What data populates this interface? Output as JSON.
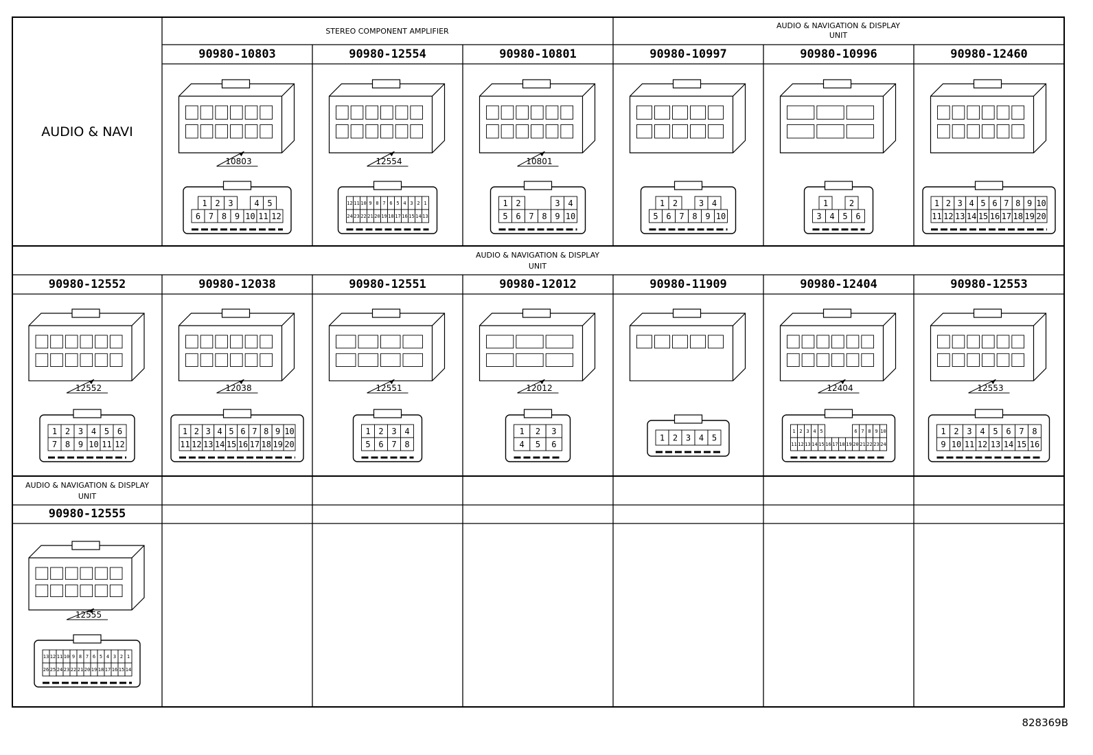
{
  "title": "AUDIO & NAVI",
  "reference": "828369B",
  "rows": [
    {
      "groups": [
        {
          "label": "STEREO COMPONENT AMPLIFIER",
          "span": 3
        },
        {
          "label": "AUDIO & NAVIGATION & DISPLAY UNIT",
          "span": 3
        }
      ],
      "connectors": [
        {
          "part": "90980-10803",
          "code": "10803",
          "pins": [
            [
              "1",
              "2",
              "3",
              "",
              "4",
              "5"
            ],
            [
              "6",
              "7",
              "8",
              "9",
              "10",
              "11",
              "12"
            ]
          ]
        },
        {
          "part": "90980-12554",
          "code": "12554",
          "pins": [
            [
              "12",
              "11",
              "10",
              "9",
              "8",
              "7",
              "6",
              "5",
              "4",
              "3",
              "2",
              "1"
            ],
            [
              "24",
              "23",
              "22",
              "21",
              "20",
              "19",
              "18",
              "17",
              "16",
              "15",
              "14",
              "13"
            ]
          ]
        },
        {
          "part": "90980-10801",
          "code": "10801",
          "pins": [
            [
              "1",
              "2",
              "",
              "",
              "3",
              "4"
            ],
            [
              "5",
              "6",
              "7",
              "8",
              "9",
              "10"
            ]
          ]
        },
        {
          "part": "90980-10997",
          "code": "",
          "pins": [
            [
              "1",
              "2",
              "",
              "3",
              "4"
            ],
            [
              "5",
              "6",
              "7",
              "8",
              "9",
              "10"
            ]
          ]
        },
        {
          "part": "90980-10996",
          "code": "",
          "pins": [
            [
              "1",
              "",
              "2"
            ],
            [
              "3",
              "4",
              "5",
              "6"
            ]
          ]
        },
        {
          "part": "90980-12460",
          "code": "",
          "pins": [
            [
              "1",
              "2",
              "3",
              "4",
              "5",
              "6",
              "7",
              "8",
              "9",
              "10"
            ],
            [
              "11",
              "12",
              "13",
              "14",
              "15",
              "16",
              "17",
              "18",
              "19",
              "20"
            ]
          ]
        }
      ]
    },
    {
      "groups": [
        {
          "label": "AUDIO & NAVIGATION & DISPLAY UNIT",
          "span": 7
        }
      ],
      "connectors": [
        {
          "part": "90980-12552",
          "code": "12552",
          "pins": [
            [
              "1",
              "2",
              "3",
              "4",
              "5",
              "6"
            ],
            [
              "7",
              "8",
              "9",
              "10",
              "11",
              "12"
            ]
          ]
        },
        {
          "part": "90980-12038",
          "code": "12038",
          "pins": [
            [
              "1",
              "2",
              "3",
              "4",
              "5",
              "6",
              "7",
              "8",
              "9",
              "10"
            ],
            [
              "11",
              "12",
              "13",
              "14",
              "15",
              "16",
              "17",
              "18",
              "19",
              "20"
            ]
          ]
        },
        {
          "part": "90980-12551",
          "code": "12551",
          "pins": [
            [
              "1",
              "2",
              "3",
              "4"
            ],
            [
              "5",
              "6",
              "7",
              "8"
            ]
          ]
        },
        {
          "part": "90980-12012",
          "code": "12012",
          "pins": [
            [
              "1",
              "2",
              "3"
            ],
            [
              "4",
              "5",
              "6"
            ]
          ]
        },
        {
          "part": "90980-11909",
          "code": "",
          "pins": [
            [
              "1",
              "2",
              "3",
              "4",
              "5"
            ]
          ]
        },
        {
          "part": "90980-12404",
          "code": "12404",
          "pins": [
            [
              "1",
              "2",
              "3",
              "4",
              "5",
              "",
              "",
              "",
              "",
              "6",
              "7",
              "8",
              "9",
              "10"
            ],
            [
              "11",
              "12",
              "13",
              "14",
              "15",
              "16",
              "17",
              "18",
              "19",
              "20",
              "21",
              "22",
              "23",
              "24"
            ]
          ]
        },
        {
          "part": "90980-12553",
          "code": "12553",
          "pins": [
            [
              "1",
              "2",
              "3",
              "4",
              "5",
              "6",
              "7",
              "8"
            ],
            [
              "9",
              "10",
              "11",
              "12",
              "13",
              "14",
              "15",
              "16"
            ]
          ]
        }
      ]
    },
    {
      "groups": [
        {
          "label": "AUDIO & NAVIGATION & DISPLAY UNIT",
          "span": 1
        }
      ],
      "connectors": [
        {
          "part": "90980-12555",
          "code": "12555",
          "pins": [
            [
              "13",
              "12",
              "11",
              "10",
              "9",
              "8",
              "7",
              "6",
              "5",
              "4",
              "3",
              "2",
              "1"
            ],
            [
              "26",
              "25",
              "24",
              "23",
              "22",
              "21",
              "20",
              "19",
              "18",
              "17",
              "16",
              "15",
              "14"
            ]
          ]
        }
      ]
    }
  ]
}
